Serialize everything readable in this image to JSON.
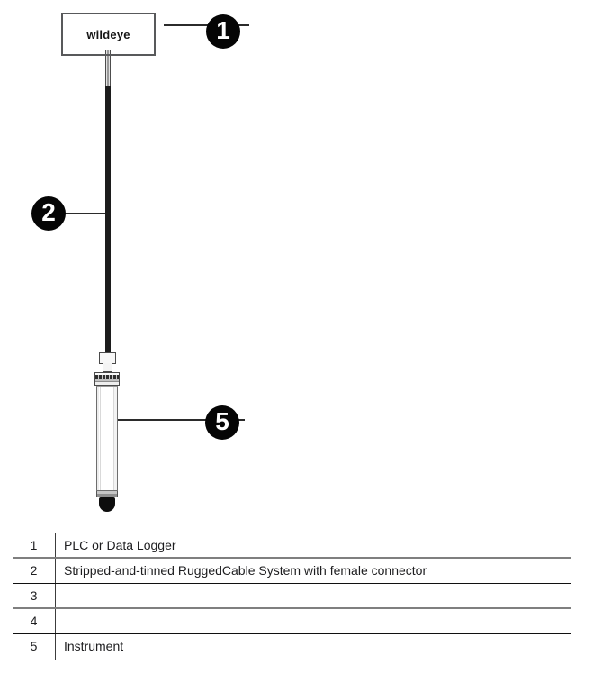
{
  "figure": {
    "device_box_label": "wildeye",
    "callouts": [
      {
        "number": "1"
      },
      {
        "number": "2"
      },
      {
        "number": "5"
      }
    ]
  },
  "legend": {
    "rows": [
      {
        "num": "1",
        "desc": "PLC or Data Logger"
      },
      {
        "num": "2",
        "desc": "Stripped-and-tinned RuggedCable System with female connector"
      },
      {
        "num": "3",
        "desc": ""
      },
      {
        "num": "4",
        "desc": ""
      },
      {
        "num": "5",
        "desc": "Instrument"
      }
    ]
  },
  "colors": {
    "callout_badge": "#050505",
    "cable": "#1c1c1c",
    "device_box_border": "#58595b",
    "table_separator_gray": "#7f7f7f",
    "table_separator_black": "#101010",
    "text": "#1d1d1f"
  }
}
